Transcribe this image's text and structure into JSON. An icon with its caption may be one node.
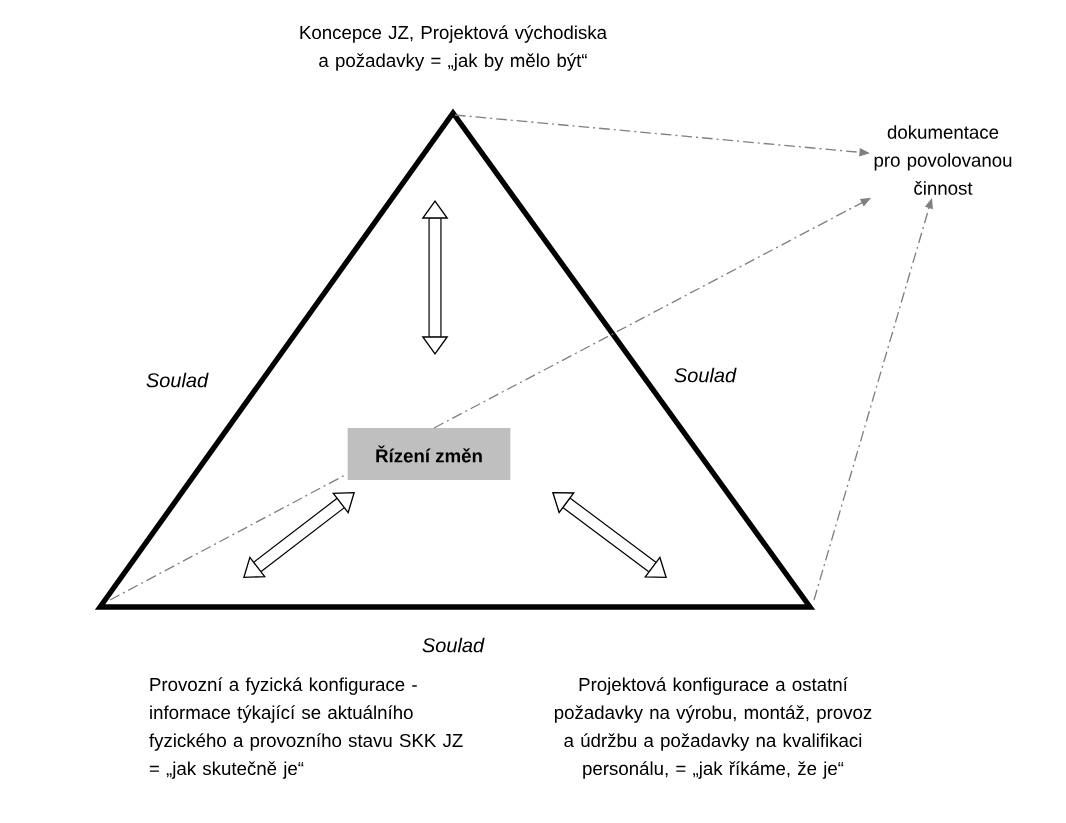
{
  "diagram": {
    "nodes": [
      {
        "text": [
          "Koncepce JZ, Projektová východiska a požadavky = „jak by mělo být“"
        ]
      },
      {
        "text": [
          "Provozní a fyzická konfigurace - informace týkající se aktuálního fyzického a provozního stavu SKK JZ = „jak skutečně je“"
        ]
      },
      {
        "text": [
          "Projektová konfigurace a ostatní požadavky na výrobu, montáž, provoz a údržbu a požadavky na kvalifikaci personálu, = „jak říkáme, že je“"
        ]
      },
      {
        "text": [
          "dokumentace pro povolovanou činnost"
        ]
      },
      {
        "text": [
          "Řízení změn"
        ]
      }
    ],
    "edges": [
      {
        "from": null,
        "to": 3,
        "arrow": "to",
        "style": "dashed"
      },
      {
        "from": null,
        "to": 3,
        "arrow": "to",
        "style": "dashed"
      },
      {
        "from": null,
        "to": 3,
        "arrow": "to",
        "style": "dashed"
      }
    ],
    "labels": [
      "Soulad",
      "Soulad",
      "Soulad"
    ]
  }
}
